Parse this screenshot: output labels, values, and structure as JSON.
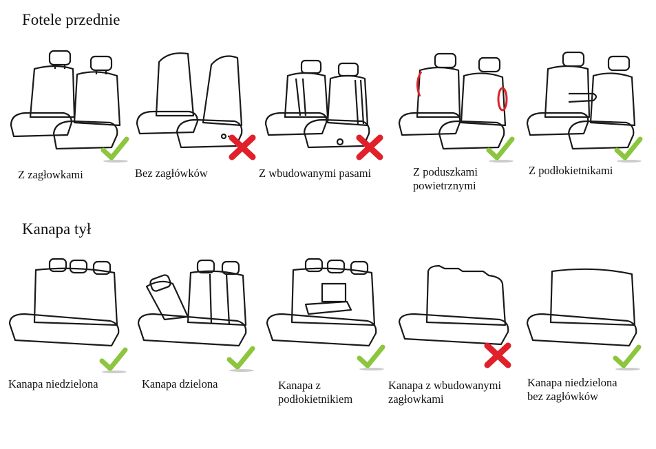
{
  "front": {
    "title": "Fotele przednie",
    "items": [
      {
        "label": "Z zagłowkami",
        "status": "ok"
      },
      {
        "label": "Bez zagłówków",
        "status": "no"
      },
      {
        "label": "Z wbudowanymi pasami",
        "status": "no"
      },
      {
        "label": "Z poduszkami\npowietrznymi",
        "status": "ok"
      },
      {
        "label": "Z podłokietnikami",
        "status": "ok"
      }
    ]
  },
  "rear": {
    "title": "Kanapa tył",
    "items": [
      {
        "label": "Kanapa niedzielona",
        "status": "ok"
      },
      {
        "label": "Kanapa dzielona",
        "status": "ok"
      },
      {
        "label": "Kanapa z\npodłokietnikiem",
        "status": "ok"
      },
      {
        "label": "Kanapa z wbudowanymi\nzagłowkami",
        "status": "no"
      },
      {
        "label": "Kanapa niedzielona\nbez zagłówków",
        "status": "ok"
      }
    ]
  },
  "colors": {
    "ok": "#8cc63f",
    "no": "#e0202a",
    "line": "#1a1a1a",
    "airbag": "#d9262b"
  }
}
